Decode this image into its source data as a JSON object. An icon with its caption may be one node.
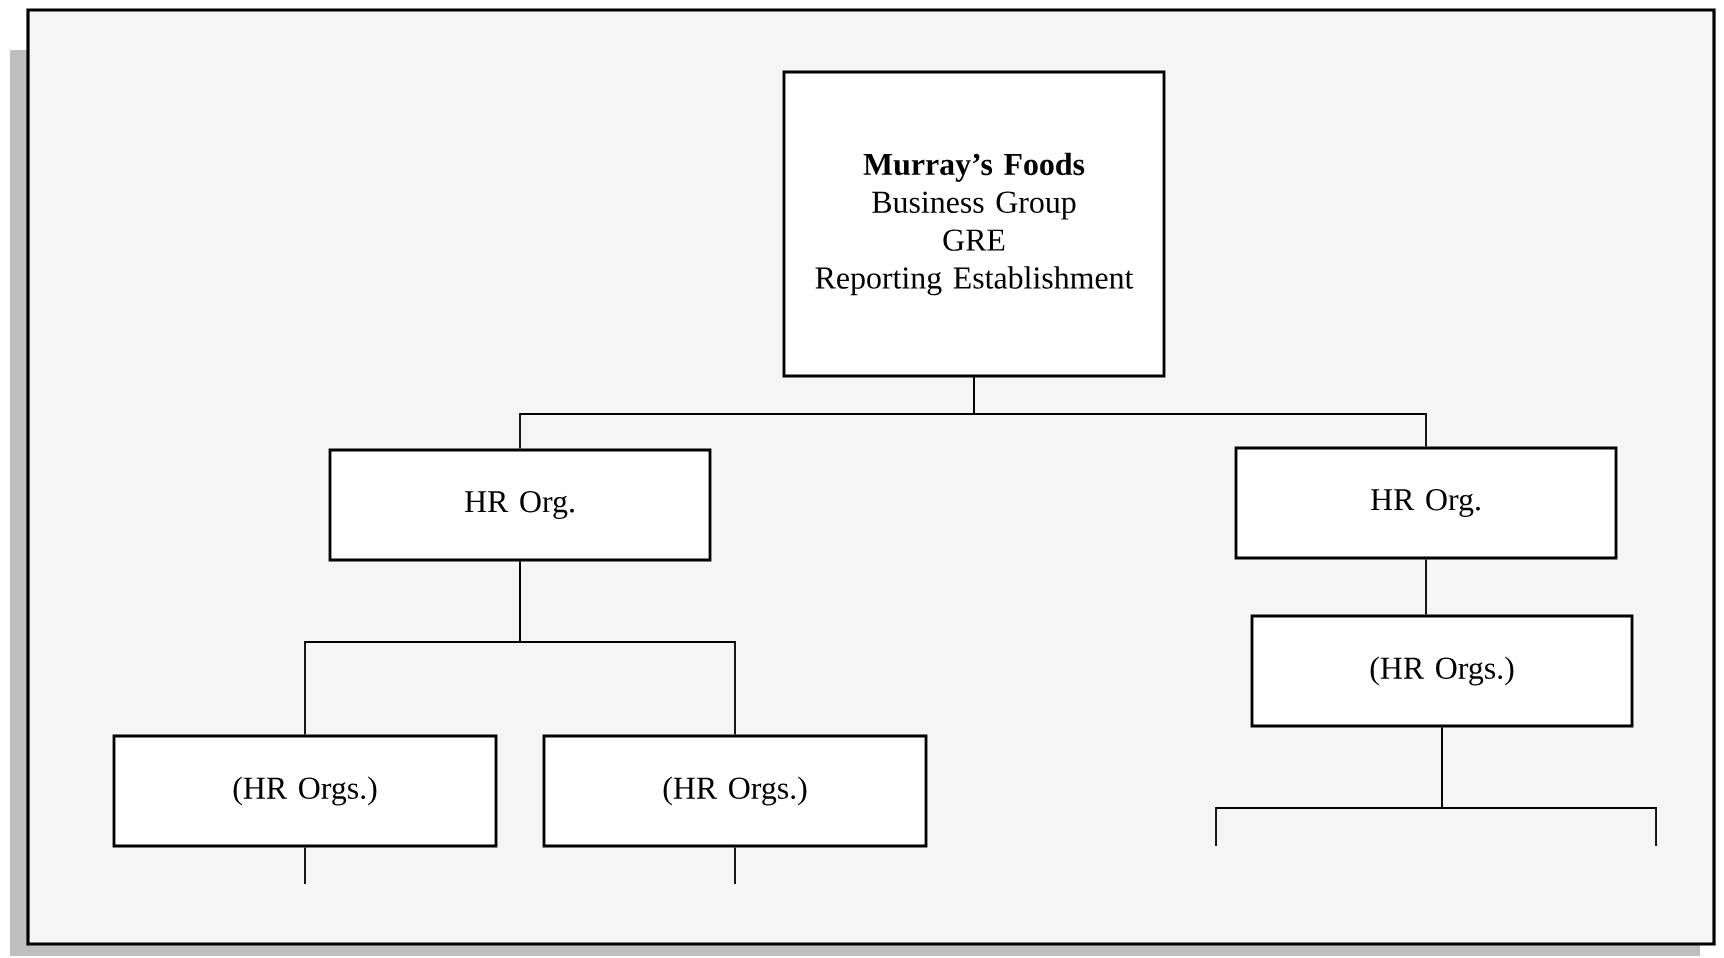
{
  "diagram": {
    "nodes": [
      {
        "text": [
          "Murray’s Foods",
          "Business Group",
          "GRE",
          "Reporting Establishment"
        ]
      },
      {
        "text": [
          "HR Org."
        ]
      },
      {
        "text": [
          "HR Org."
        ]
      },
      {
        "text": [
          "(HR Orgs.)"
        ]
      },
      {
        "text": [
          "(HR Orgs.)"
        ]
      },
      {
        "text": [
          "(HR Orgs.)"
        ]
      }
    ],
    "edges": [
      {
        "from": 0,
        "to": 1,
        "arrow": "none"
      },
      {
        "from": 0,
        "to": 2,
        "arrow": "none"
      },
      {
        "from": 1,
        "to": 4,
        "arrow": "none"
      },
      {
        "from": 1,
        "to": 5,
        "arrow": "none"
      },
      {
        "from": 2,
        "to": 3,
        "arrow": "none"
      },
      {
        "from": 4,
        "to": null,
        "arrow": "none"
      },
      {
        "from": 5,
        "to": null,
        "arrow": "none"
      },
      {
        "from": 3,
        "to": null,
        "arrow": "none"
      },
      {
        "from": 3,
        "to": null,
        "arrow": "none"
      }
    ]
  }
}
